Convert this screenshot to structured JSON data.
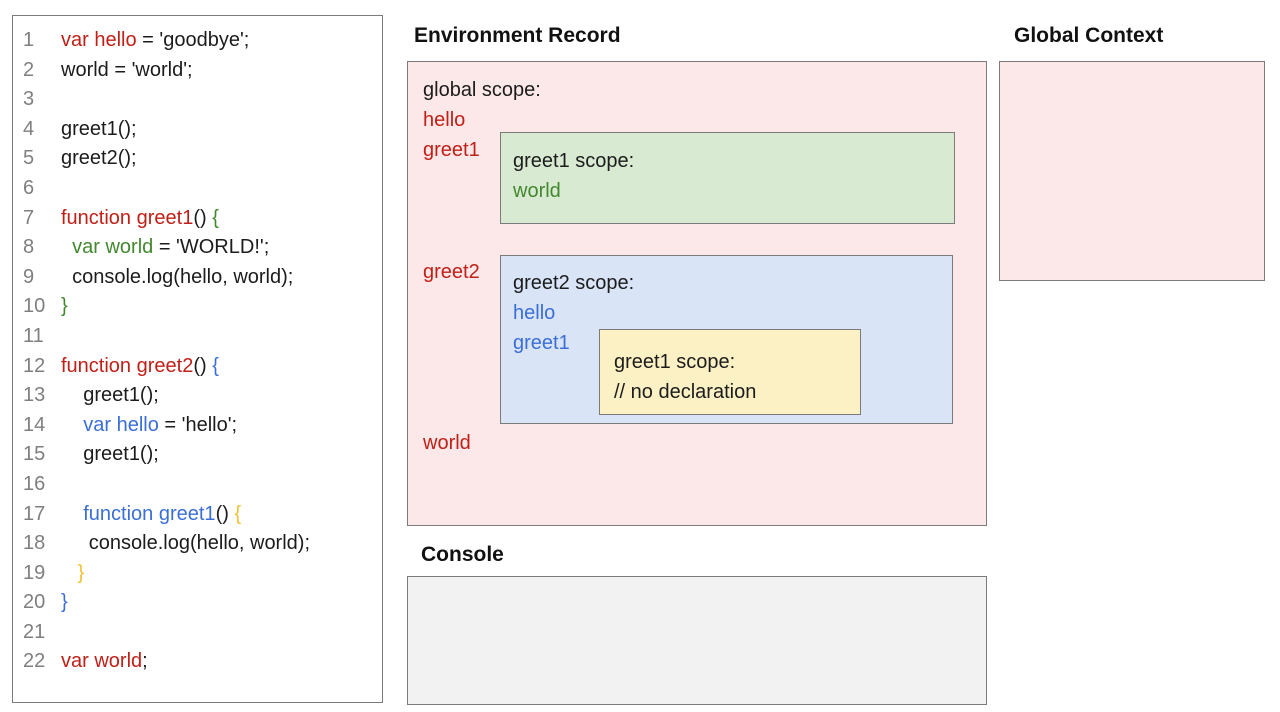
{
  "colors": {
    "keyword_red": "#c02018",
    "scope_green": "#42882e",
    "scope_blue": "#3b6fd6",
    "scope_yellow": "#f1c232",
    "line_number_gray": "#7f7f7f",
    "global_scope_bg": "#fce8e8",
    "greet1_scope_bg": "#d9ead3",
    "greet2_scope_bg": "#d9e4f7",
    "nested_scope_bg": "#fcf0c5",
    "console_bg": "#f2f2f2",
    "border_gray": "#7b7b7b"
  },
  "code_panel": {
    "lines": [
      {
        "n": "1",
        "segs": [
          {
            "t": "var hello",
            "c": "red"
          },
          {
            "t": " = 'goodbye';",
            "c": "ink"
          }
        ]
      },
      {
        "n": "2",
        "segs": [
          {
            "t": "world = 'world';",
            "c": "ink"
          }
        ]
      },
      {
        "n": "3",
        "segs": []
      },
      {
        "n": "4",
        "segs": [
          {
            "t": "greet1();",
            "c": "ink"
          }
        ]
      },
      {
        "n": "5",
        "segs": [
          {
            "t": "greet2();",
            "c": "ink"
          }
        ]
      },
      {
        "n": "6",
        "segs": []
      },
      {
        "n": "7",
        "segs": [
          {
            "t": "function greet1",
            "c": "red"
          },
          {
            "t": "() ",
            "c": "ink"
          },
          {
            "t": "{",
            "c": "green"
          }
        ]
      },
      {
        "n": "8",
        "segs": [
          {
            "t": "  ",
            "c": "ink"
          },
          {
            "t": "var world",
            "c": "green"
          },
          {
            "t": " = 'WORLD!';",
            "c": "ink"
          }
        ]
      },
      {
        "n": "9",
        "segs": [
          {
            "t": "  console.log(hello, world);",
            "c": "ink"
          }
        ]
      },
      {
        "n": "10",
        "segs": [
          {
            "t": "}",
            "c": "green"
          }
        ]
      },
      {
        "n": "11",
        "segs": []
      },
      {
        "n": "12",
        "segs": [
          {
            "t": "function greet2",
            "c": "red"
          },
          {
            "t": "() ",
            "c": "ink"
          },
          {
            "t": "{",
            "c": "blue"
          }
        ]
      },
      {
        "n": "13",
        "segs": [
          {
            "t": "    greet1();",
            "c": "ink"
          }
        ]
      },
      {
        "n": "14",
        "segs": [
          {
            "t": "    ",
            "c": "ink"
          },
          {
            "t": "var hello",
            "c": "blue"
          },
          {
            "t": " = 'hello';",
            "c": "ink"
          }
        ]
      },
      {
        "n": "15",
        "segs": [
          {
            "t": "    greet1();",
            "c": "ink"
          }
        ]
      },
      {
        "n": "16",
        "segs": []
      },
      {
        "n": "17",
        "segs": [
          {
            "t": "    ",
            "c": "ink"
          },
          {
            "t": "function greet1",
            "c": "blue"
          },
          {
            "t": "() ",
            "c": "ink"
          },
          {
            "t": "{",
            "c": "yellow"
          }
        ]
      },
      {
        "n": "18",
        "segs": [
          {
            "t": "     console.log(hello, world);",
            "c": "ink"
          }
        ]
      },
      {
        "n": "19",
        "segs": [
          {
            "t": "   ",
            "c": "ink"
          },
          {
            "t": "}",
            "c": "yellow"
          }
        ]
      },
      {
        "n": "20",
        "segs": [
          {
            "t": "}",
            "c": "blue"
          }
        ]
      },
      {
        "n": "21",
        "segs": []
      },
      {
        "n": "22",
        "segs": [
          {
            "t": "var world",
            "c": "red"
          },
          {
            "t": ";",
            "c": "ink"
          }
        ]
      }
    ]
  },
  "environment_record": {
    "title": "Environment Record",
    "global_scope": {
      "label": "global scope:",
      "var1": "hello",
      "var2": "greet1",
      "var3": "greet2",
      "var4": "world"
    },
    "greet1_scope": {
      "label": "greet1 scope:",
      "var1": "world"
    },
    "greet2_scope": {
      "label": "greet2 scope:",
      "var1": "hello",
      "var2": "greet1"
    },
    "nested_greet1_scope": {
      "label": "greet1 scope:",
      "comment": "// no declaration"
    }
  },
  "global_context": {
    "title": "Global Context"
  },
  "console": {
    "title": "Console"
  }
}
